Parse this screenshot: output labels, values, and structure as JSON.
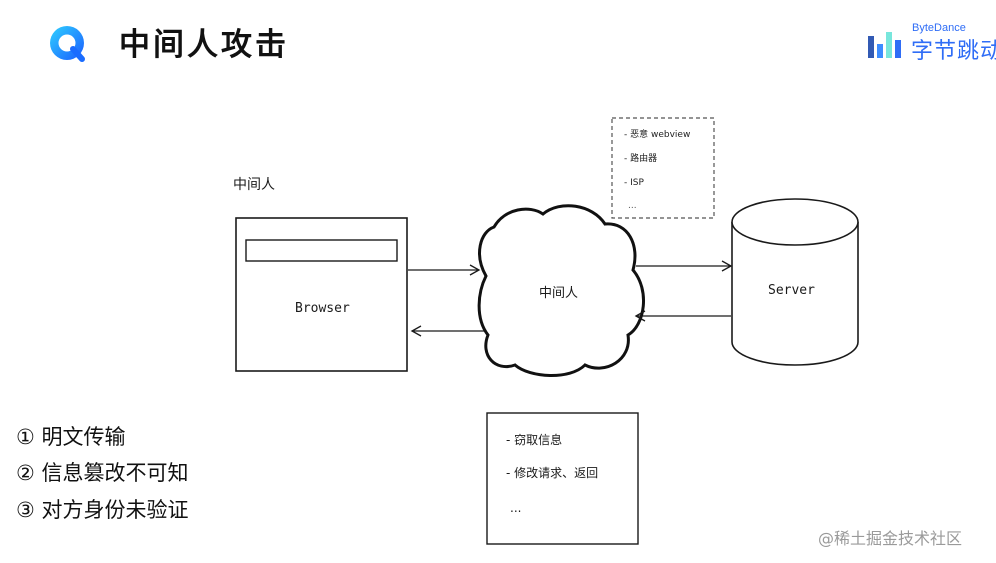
{
  "title": "中间人攻击",
  "brand": {
    "en": "ByteDance",
    "cn": "字节跳动"
  },
  "diagram": {
    "mitm_label_top": "中间人",
    "browser_label": "Browser",
    "cloud_label": "中间人",
    "server_label": "Server",
    "sources": [
      "- 恶意 webview",
      "- 路由器",
      "- ISP",
      "..."
    ],
    "actions": [
      "- 窃取信息",
      "- 修改请求、返回",
      "..."
    ]
  },
  "issues": [
    "① 明文传输",
    "② 信息篡改不可知",
    "③ 对方身份未验证"
  ],
  "watermark": "@稀土掘金技术社区",
  "colors": {
    "accent": "#2f6df6",
    "logo_inner": "#1a8cff",
    "stroke": "#1a1a1a"
  }
}
